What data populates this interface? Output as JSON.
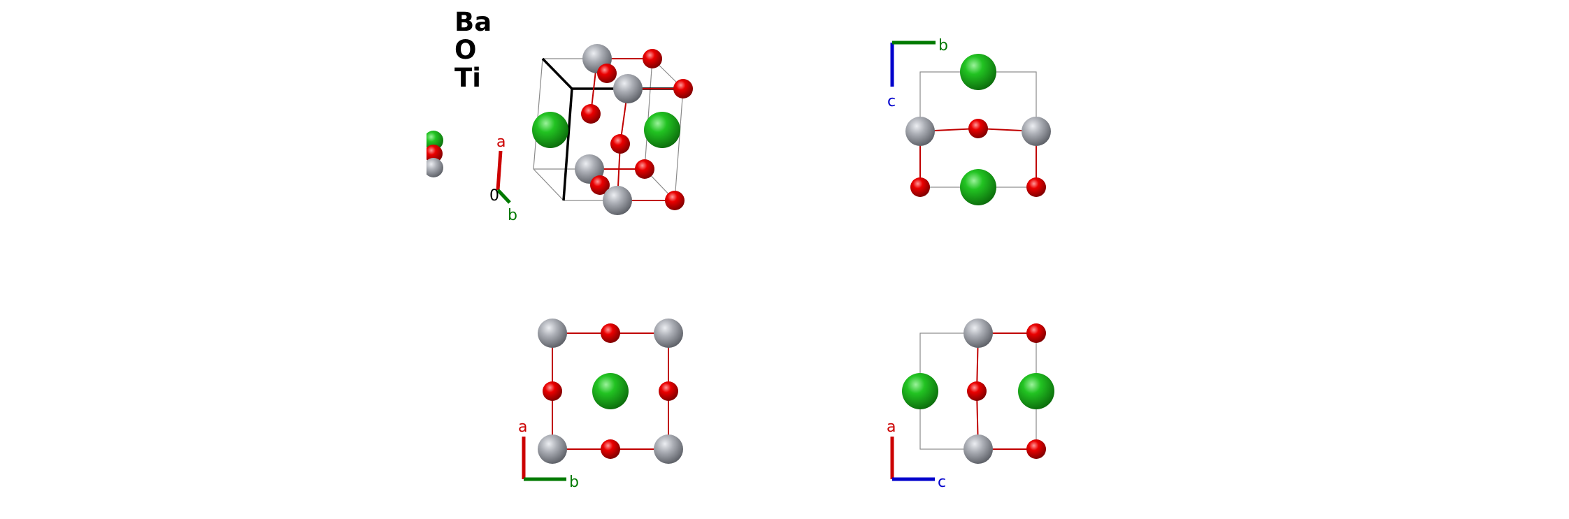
{
  "structure": {
    "legend": {
      "species": [
        "Ba",
        "O",
        "Ti"
      ]
    },
    "atom_colors": {
      "Ba": "#1fb51f",
      "O": "#e00000",
      "Ti": "#a8abb2"
    },
    "axis_colors": {
      "a": "#cc0000",
      "b": "#007a00",
      "c": "#0000cc",
      "origin": "#000000"
    },
    "views": {
      "perspective": {
        "axis_labels": {
          "a": "a",
          "b": "b",
          "origin": "0"
        }
      },
      "top_right": {
        "axis_labels": {
          "b": "b",
          "c": "c"
        }
      },
      "bottom_left": {
        "axis_labels": {
          "a": "a",
          "b": "b"
        }
      },
      "bottom_right": {
        "axis_labels": {
          "a": "a",
          "c": "c"
        }
      }
    }
  }
}
